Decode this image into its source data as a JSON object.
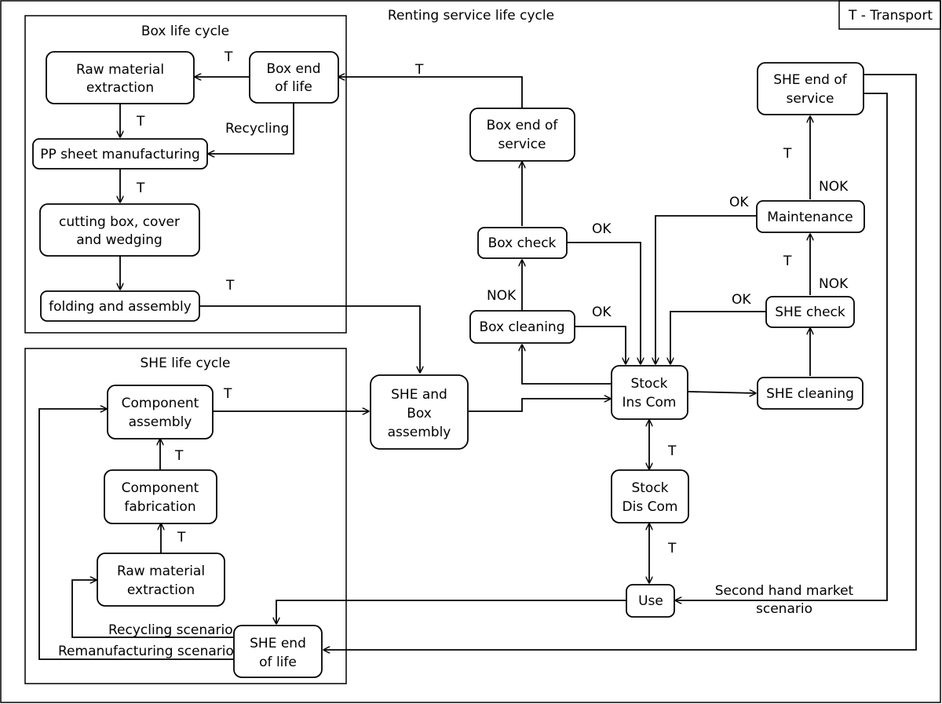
{
  "titles": {
    "main": "Renting service life cycle",
    "box_cycle": "Box life cycle",
    "she_cycle": "SHE life cycle"
  },
  "legend": "T - Transport",
  "nodes": {
    "raw_material_box": [
      "Raw material",
      "extraction"
    ],
    "box_end_of_life": [
      "Box end",
      "of life"
    ],
    "pp_sheet": [
      "PP sheet manufacturing"
    ],
    "cutting_box": [
      "cutting box, cover",
      "and wedging"
    ],
    "folding": [
      "folding and assembly"
    ],
    "component_assembly": [
      "Component",
      "assembly"
    ],
    "component_fabrication": [
      "Component",
      "fabrication"
    ],
    "raw_material_she": [
      "Raw material",
      "extraction"
    ],
    "she_end_of_life": [
      "SHE end",
      "of life"
    ],
    "she_box_assembly": [
      "SHE and",
      "Box",
      "assembly"
    ],
    "box_end_of_service": [
      "Box end of",
      "service"
    ],
    "box_check": [
      "Box check"
    ],
    "box_cleaning": [
      "Box cleaning"
    ],
    "stock_ins": [
      "Stock",
      "Ins Com"
    ],
    "stock_dis": [
      "Stock",
      "Dis Com"
    ],
    "use": [
      "Use"
    ],
    "she_end_of_service": [
      "SHE end of",
      "service"
    ],
    "maintenance": [
      "Maintenance"
    ],
    "she_check": [
      "SHE check"
    ],
    "she_cleaning": [
      "SHE cleaning"
    ]
  },
  "edge_labels": {
    "t": "T",
    "ok": "OK",
    "nok": "NOK",
    "recycling": "Recycling",
    "recycling_scenario": "Recycling scenario",
    "remanufacturing_scenario": "Remanufacturing scenario",
    "second_hand": [
      "Second hand market",
      "scenario"
    ]
  }
}
